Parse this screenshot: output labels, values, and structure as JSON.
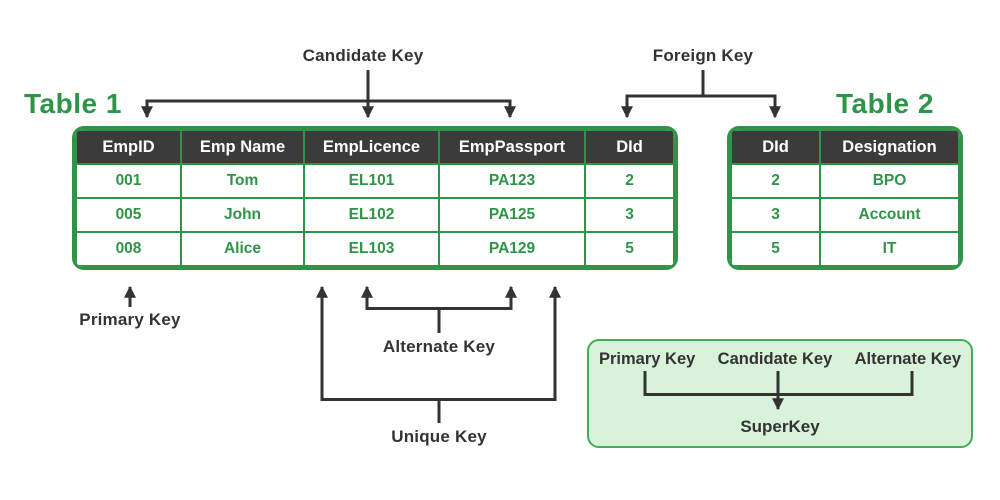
{
  "colors": {
    "green": "#2f9447",
    "dark": "#333333",
    "header_bg": "#3b3b3b",
    "legend_bg": "#d9f2da",
    "legend_border": "#44ab58"
  },
  "table1": {
    "title": "Table 1",
    "headers": [
      "EmpID",
      "Emp Name",
      "EmpLicence",
      "EmpPassport",
      "DId"
    ],
    "rows": [
      [
        "001",
        "Tom",
        "EL101",
        "PA123",
        "2"
      ],
      [
        "005",
        "John",
        "EL102",
        "PA125",
        "3"
      ],
      [
        "008",
        "Alice",
        "EL103",
        "PA129",
        "5"
      ]
    ]
  },
  "table2": {
    "title": "Table 2",
    "headers": [
      "DId",
      "Designation"
    ],
    "rows": [
      [
        "2",
        "BPO"
      ],
      [
        "3",
        "Account"
      ],
      [
        "5",
        "IT"
      ]
    ]
  },
  "annotations": {
    "candidate_key": "Candidate Key",
    "foreign_key": "Foreign Key",
    "primary_key": "Primary Key",
    "alternate_key": "Alternate Key",
    "unique_key": "Unique Key"
  },
  "legend": {
    "items": [
      "Primary Key",
      "Candidate Key",
      "Alternate Key"
    ],
    "result": "SuperKey"
  }
}
